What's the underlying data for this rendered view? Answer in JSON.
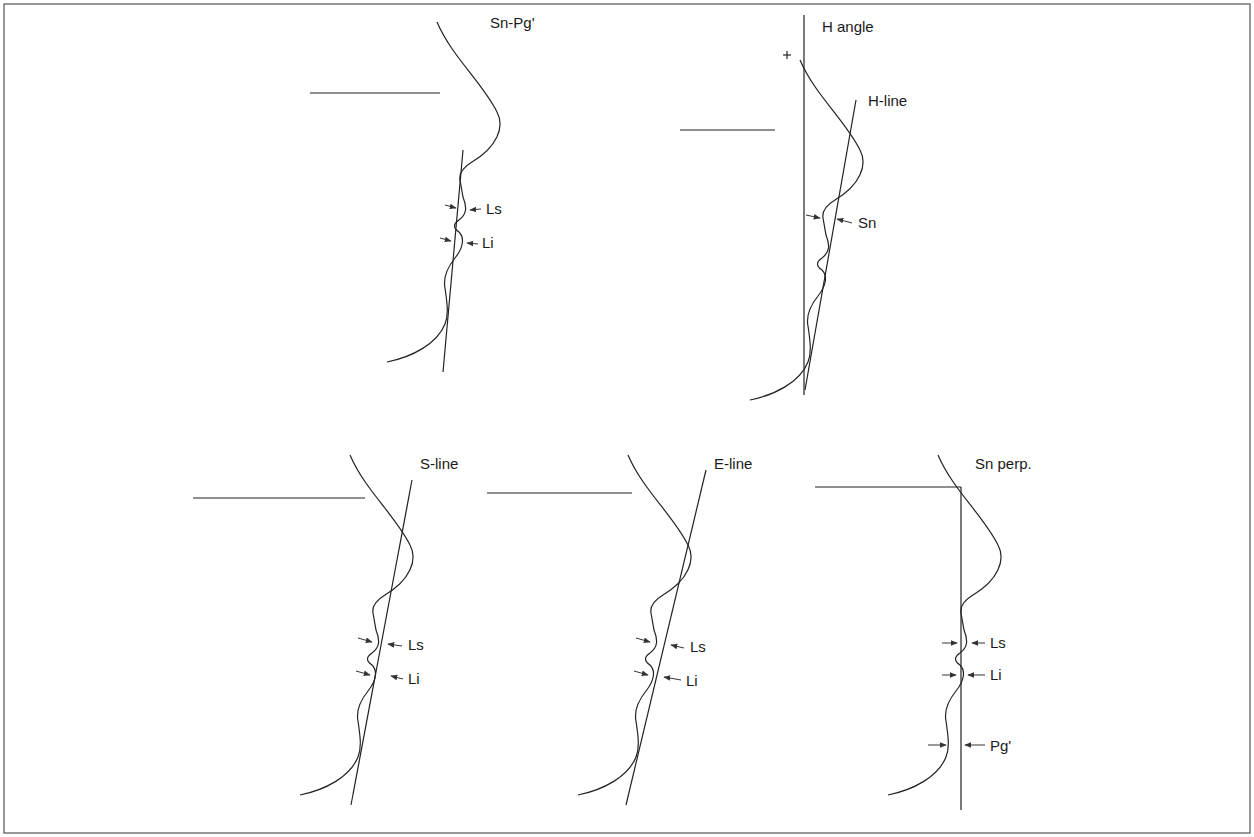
{
  "diagram": {
    "labels": [
      "Sn-Pg'",
      "Ls",
      "Li",
      "H angle",
      "H-line",
      "Sn",
      "S-line",
      "Ls",
      "Li",
      "E-line",
      "Ls",
      "Li",
      "Sn perp.",
      "Ls",
      "Li",
      "Pg'"
    ]
  }
}
